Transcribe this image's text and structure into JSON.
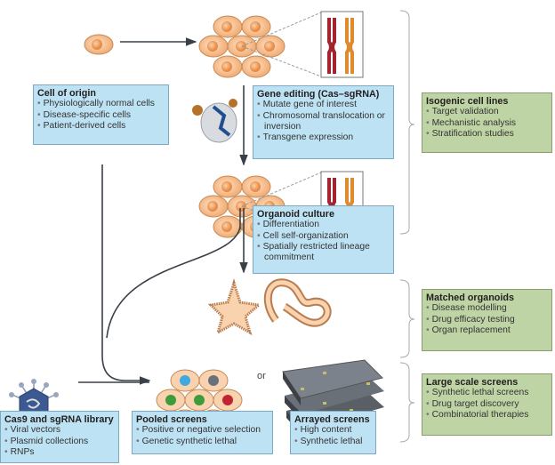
{
  "cell_of_origin": {
    "title": "Cell of origin",
    "items": [
      "Physiologically normal cells",
      "Disease-specific cells",
      "Patient-derived cells"
    ]
  },
  "gene_editing": {
    "title": "Gene editing (Cas–sgRNA)",
    "items": [
      "Mutate gene of interest",
      "Chromosomal translocation or inversion",
      "Transgene expression"
    ]
  },
  "isogenic": {
    "title": "Isogenic cell lines",
    "items": [
      "Target validation",
      "Mechanistic analysis",
      "Stratification studies"
    ]
  },
  "organoid_culture": {
    "title": "Organoid culture",
    "items": [
      "Differentiation",
      "Cell self-organization",
      "Spatially restricted lineage commitment"
    ]
  },
  "matched_organoids": {
    "title": "Matched organoids",
    "items": [
      "Disease modelling",
      "Drug efficacy testing",
      "Organ replacement"
    ]
  },
  "large_scale": {
    "title": "Large scale screens",
    "items": [
      "Synthetic lethal screens",
      "Drug target discovery",
      "Combinatorial therapies"
    ]
  },
  "cas9_library": {
    "title": "Cas9 and sgRNA library",
    "items": [
      "Viral vectors",
      "Plasmid collections",
      "RNPs"
    ]
  },
  "pooled": {
    "title": "Pooled screens",
    "items": [
      "Positive or negative selection",
      "Genetic synthetic lethal"
    ]
  },
  "arrayed": {
    "title": "Arrayed screens",
    "items": [
      "High content",
      "Synthetic lethal"
    ]
  },
  "or_label": "or",
  "colors": {
    "blue_box": "#bde2f3",
    "green_box": "#bfd4a5",
    "cell": "#f7c08e",
    "chromosome_red": "#a3242e",
    "chromosome_orange": "#e08a2e",
    "edit_mark": "#3fa9e0"
  }
}
